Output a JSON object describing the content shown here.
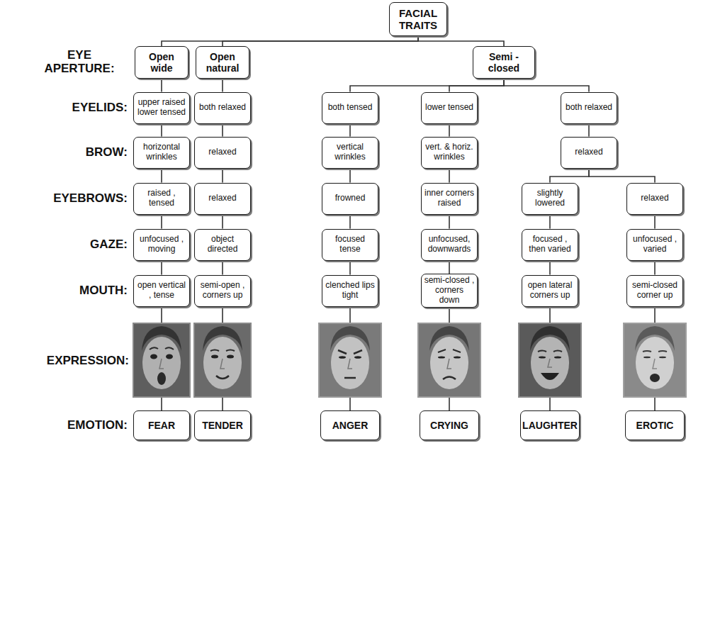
{
  "diagram": {
    "nodes": [
      {
        "text": [
          "FACIAL TRAITS"
        ]
      },
      {
        "text": [
          "Open wide"
        ]
      },
      {
        "text": [
          "Open natural"
        ]
      },
      {
        "text": [
          "Semi - closed"
        ]
      },
      {
        "text": [
          "upper raised lower tensed"
        ]
      },
      {
        "text": [
          "both relaxed"
        ]
      },
      {
        "text": [
          "both tensed"
        ]
      },
      {
        "text": [
          "lower tensed"
        ]
      },
      {
        "text": [
          "both relaxed"
        ]
      },
      {
        "text": [
          "horizontal wrinkles"
        ]
      },
      {
        "text": [
          "relaxed"
        ]
      },
      {
        "text": [
          "vertical wrinkles"
        ]
      },
      {
        "text": [
          "vert. & horiz. wrinkles"
        ]
      },
      {
        "text": [
          "relaxed"
        ]
      },
      {
        "text": [
          "raised , tensed"
        ]
      },
      {
        "text": [
          "relaxed"
        ]
      },
      {
        "text": [
          "frowned"
        ]
      },
      {
        "text": [
          "inner corners raised"
        ]
      },
      {
        "text": [
          "slightly lowered"
        ]
      },
      {
        "text": [
          "relaxed"
        ]
      },
      {
        "text": [
          "unfocused , moving"
        ]
      },
      {
        "text": [
          "object directed"
        ]
      },
      {
        "text": [
          "focused tense"
        ]
      },
      {
        "text": [
          "unfocused, downwards"
        ]
      },
      {
        "text": [
          "focused , then varied"
        ]
      },
      {
        "text": [
          "unfocused , varied"
        ]
      },
      {
        "text": [
          "open vertical , tense"
        ]
      },
      {
        "text": [
          "semi-open , corners up"
        ]
      },
      {
        "text": [
          "clenched lips tight"
        ]
      },
      {
        "text": [
          "semi-closed , corners down"
        ]
      },
      {
        "text": [
          "open lateral corners up"
        ]
      },
      {
        "text": [
          "semi-closed corner up"
        ]
      },
      {
        "text": [
          "FEAR"
        ]
      },
      {
        "text": [
          "TENDER"
        ]
      },
      {
        "text": [
          "ANGER"
        ]
      },
      {
        "text": [
          "CRYING"
        ]
      },
      {
        "text": [
          "LAUGHTER"
        ]
      },
      {
        "text": [
          "EROTIC"
        ]
      }
    ],
    "edges": [
      {
        "from": 0,
        "to": 1,
        "arrow": "none"
      },
      {
        "from": 0,
        "to": 2,
        "arrow": "none"
      },
      {
        "from": 0,
        "to": 3,
        "arrow": "none"
      },
      {
        "from": 1,
        "to": 4,
        "arrow": "none"
      },
      {
        "from": 2,
        "to": 5,
        "arrow": "none"
      },
      {
        "from": 3,
        "to": 6,
        "arrow": "none"
      },
      {
        "from": 3,
        "to": 7,
        "arrow": "none"
      },
      {
        "from": 3,
        "to": 8,
        "arrow": "none"
      },
      {
        "from": 4,
        "to": 9,
        "arrow": "none"
      },
      {
        "from": 5,
        "to": 10,
        "arrow": "none"
      },
      {
        "from": 6,
        "to": 11,
        "arrow": "none"
      },
      {
        "from": 7,
        "to": 12,
        "arrow": "none"
      },
      {
        "from": 8,
        "to": 13,
        "arrow": "none"
      },
      {
        "from": 9,
        "to": 14,
        "arrow": "none"
      },
      {
        "from": 10,
        "to": 15,
        "arrow": "none"
      },
      {
        "from": 11,
        "to": 16,
        "arrow": "none"
      },
      {
        "from": 12,
        "to": 17,
        "arrow": "none"
      },
      {
        "from": 13,
        "to": 18,
        "arrow": "none"
      },
      {
        "from": 13,
        "to": 19,
        "arrow": "none"
      },
      {
        "from": 14,
        "to": 20,
        "arrow": "none"
      },
      {
        "from": 15,
        "to": 21,
        "arrow": "none"
      },
      {
        "from": 16,
        "to": 22,
        "arrow": "none"
      },
      {
        "from": 17,
        "to": 23,
        "arrow": "none"
      },
      {
        "from": 18,
        "to": 24,
        "arrow": "none"
      },
      {
        "from": 19,
        "to": 25,
        "arrow": "none"
      },
      {
        "from": 20,
        "to": 26,
        "arrow": "none"
      },
      {
        "from": 21,
        "to": 27,
        "arrow": "none"
      },
      {
        "from": 22,
        "to": 28,
        "arrow": "none"
      },
      {
        "from": 23,
        "to": 29,
        "arrow": "none"
      },
      {
        "from": 24,
        "to": 30,
        "arrow": "none"
      },
      {
        "from": 25,
        "to": 31,
        "arrow": "none"
      },
      {
        "from": 26,
        "to": 32,
        "arrow": "none"
      },
      {
        "from": 27,
        "to": 33,
        "arrow": "none"
      },
      {
        "from": 28,
        "to": 34,
        "arrow": "none"
      },
      {
        "from": 29,
        "to": 35,
        "arrow": "none"
      },
      {
        "from": 30,
        "to": 36,
        "arrow": "none"
      },
      {
        "from": 31,
        "to": 37,
        "arrow": "none"
      }
    ],
    "labels": [
      "EYE APERTURE:",
      "EYELIDS:",
      "BROW:",
      "EYEBROWS:",
      "GAZE:",
      "MOUTH:",
      "EXPRESSION:",
      "EMOTION:"
    ]
  }
}
